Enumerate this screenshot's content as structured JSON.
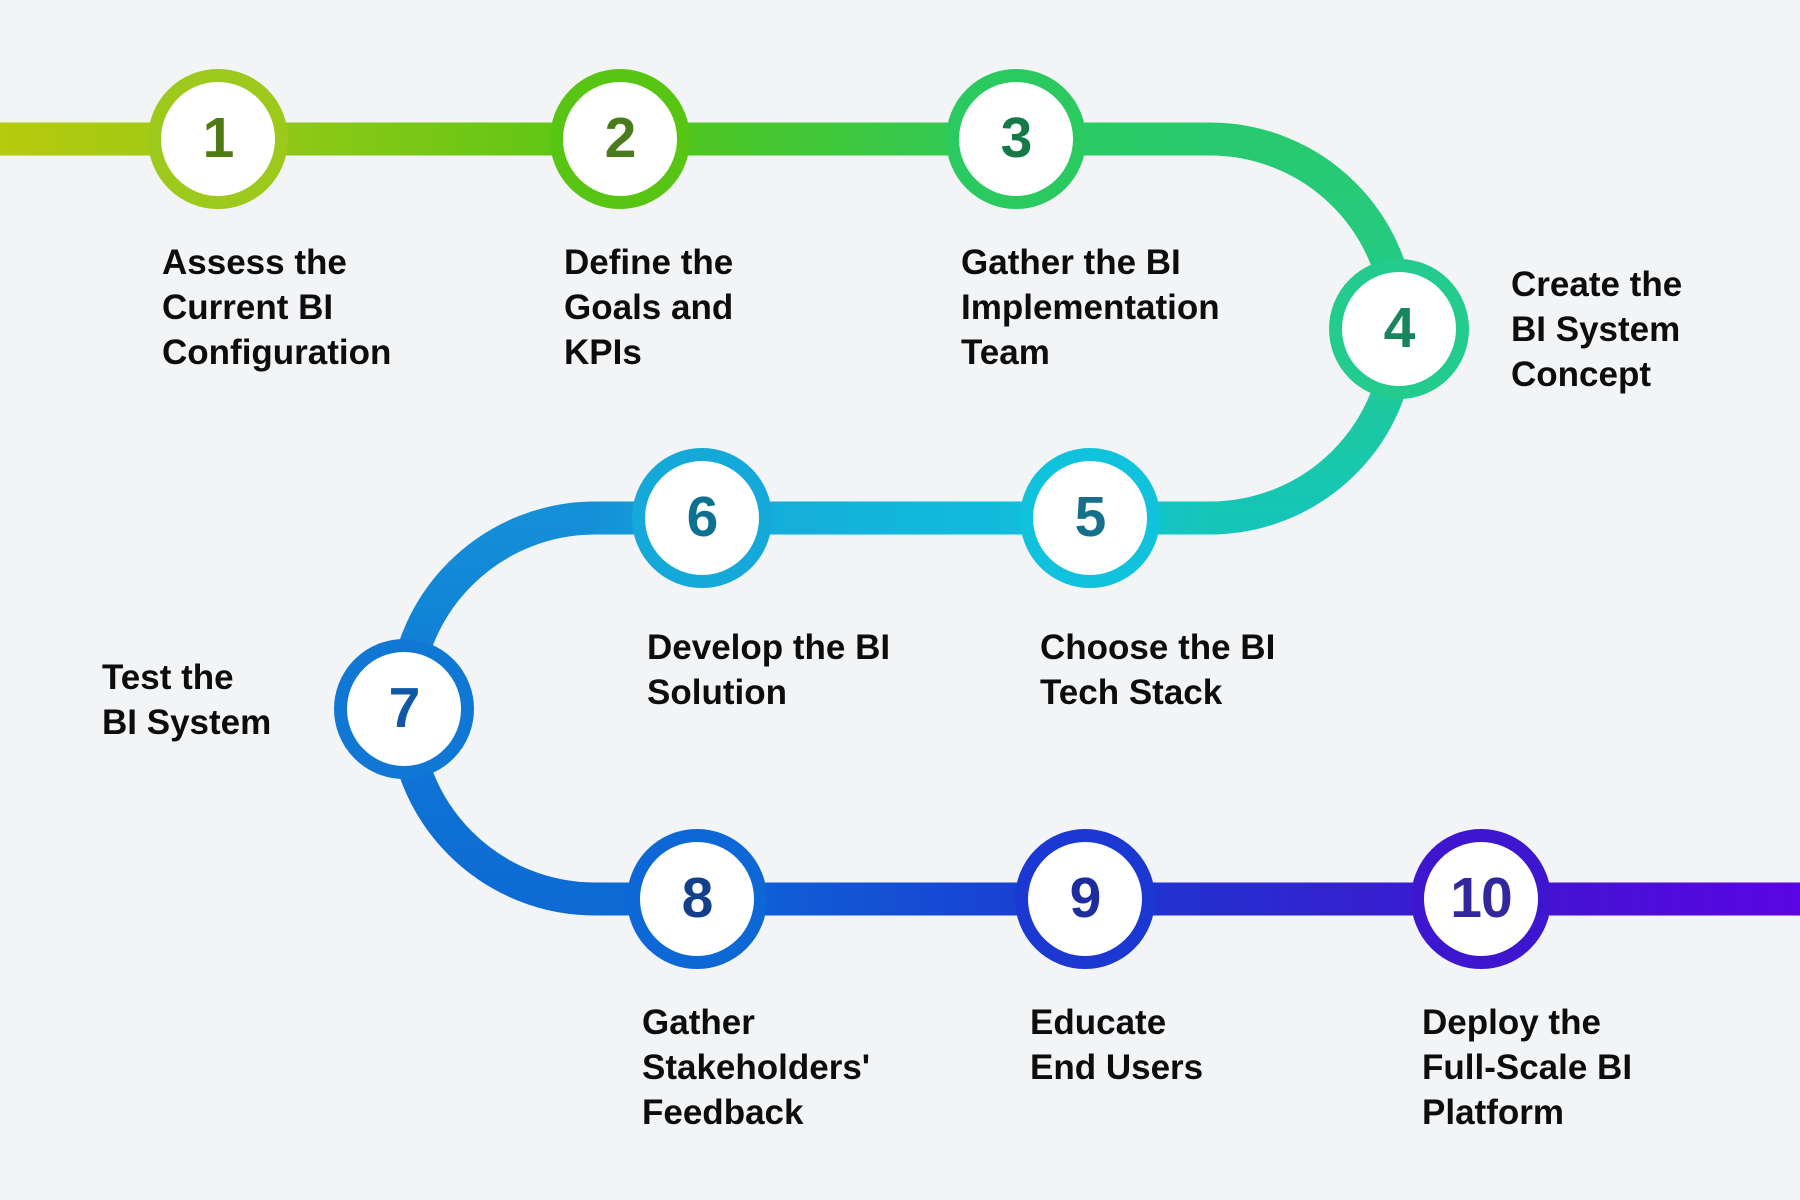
{
  "background_color": "#f3f4f6",
  "label_color": "#0d0d0d",
  "node_fill": "#ffffff",
  "path_gradient_stops": [
    "#b7cb0c",
    "#9bc917",
    "#55c514",
    "#2bca61",
    "#27ca6e",
    "#23cb8e",
    "#15c6b8",
    "#10c2db",
    "#15a9da",
    "#1490d8",
    "#0f78d4",
    "#0d6bd3",
    "#0d66d6",
    "#1c38d2",
    "#3f16cf",
    "#5b04e4"
  ],
  "steps": [
    {
      "number": "1",
      "ring_color": "#9cc91b",
      "number_color": "#4f7b15",
      "lines": [
        "Assess the",
        "Current BI",
        "Configuration"
      ]
    },
    {
      "number": "2",
      "ring_color": "#58c514",
      "number_color": "#4a7c1e",
      "lines": [
        "Define the",
        "Goals and",
        "KPIs"
      ]
    },
    {
      "number": "3",
      "ring_color": "#2bca61",
      "number_color": "#157a48",
      "lines": [
        "Gather the BI",
        "Implementation",
        "Team"
      ]
    },
    {
      "number": "4",
      "ring_color": "#23cb8e",
      "number_color": "#18855d",
      "lines": [
        "Create the",
        "BI System",
        "Concept"
      ]
    },
    {
      "number": "5",
      "ring_color": "#10c2db",
      "number_color": "#157089",
      "lines": [
        "Choose the BI",
        "Tech Stack"
      ]
    },
    {
      "number": "6",
      "ring_color": "#15a9da",
      "number_color": "#0e7191",
      "lines": [
        "Develop the BI",
        "Solution"
      ]
    },
    {
      "number": "7",
      "ring_color": "#1078d4",
      "number_color": "#1057a5",
      "lines": [
        "Test the",
        "BI System"
      ]
    },
    {
      "number": "8",
      "ring_color": "#0d68d6",
      "number_color": "#143f8a",
      "lines": [
        "Gather",
        "Stakeholders'",
        "Feedback"
      ]
    },
    {
      "number": "9",
      "ring_color": "#1c38d2",
      "number_color": "#1d2d9e",
      "lines": [
        "Educate",
        "End Users"
      ]
    },
    {
      "number": "10",
      "ring_color": "#3f16cf",
      "number_color": "#32279c",
      "lines": [
        "Deploy the",
        "Full-Scale BI",
        "Platform"
      ]
    }
  ]
}
